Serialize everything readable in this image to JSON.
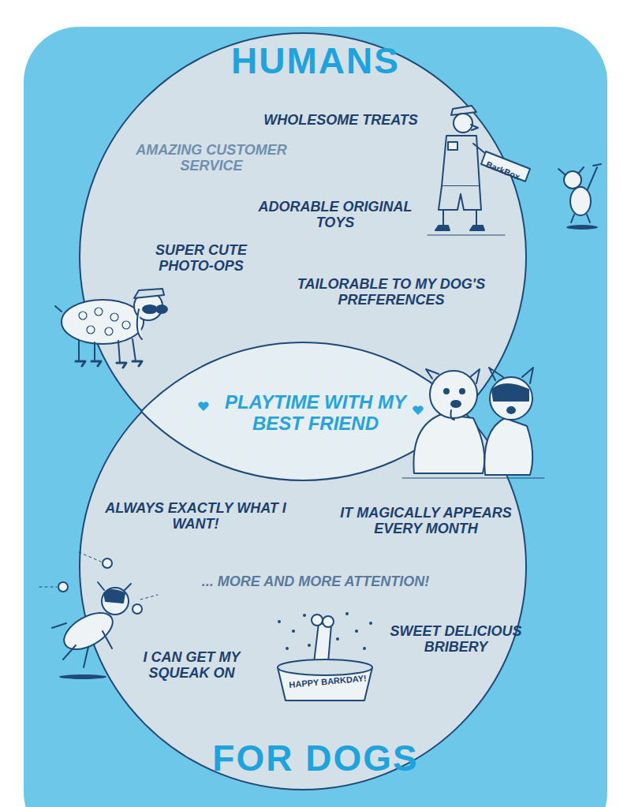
{
  "diagram": {
    "nodes": [
      {
        "text": [
          "HUMANS",
          "WHOLESOME TREATS",
          "AMAZING CUSTOMER SERVICE",
          "ADORABLE ORIGINAL TOYS",
          "SUPER CUTE PHOTO-OPS",
          "TAILORABLE TO MY DOG'S PREFERENCES"
        ]
      },
      {
        "text": [
          "PLAYTIME WITH MY BEST FRIEND"
        ]
      },
      {
        "text": [
          "FOR DOGS",
          "ALWAYS EXACTLY WHAT I WANT!",
          "IT MAGICALLY APPEARS EVERY MONTH",
          "... MORE AND MORE ATTENTION!",
          "I CAN GET MY SQUEAK ON",
          "SWEET DELICIOUS BRIBERY"
        ]
      }
    ],
    "labels": [
      "BarkBox",
      "HAPPY BARKDAY!"
    ]
  }
}
